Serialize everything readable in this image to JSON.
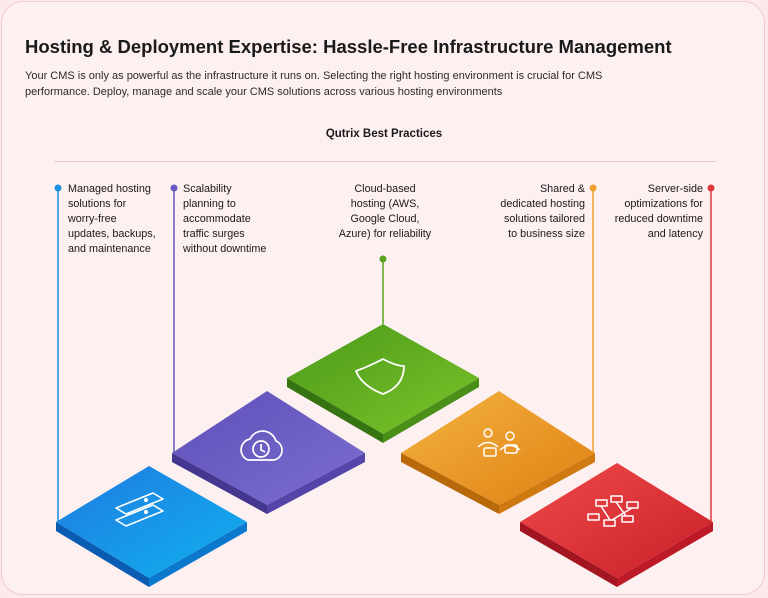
{
  "header": {
    "title": "Hosting & Deployment Expertise: Hassle-Free Infrastructure Management",
    "description": "Your CMS is only as powerful as the infrastructure it runs on. Selecting the right hosting environment is crucial for CMS performance. Deploy, manage and scale your CMS solutions across various hosting environments"
  },
  "section": {
    "title": "Qutrix Best Practices"
  },
  "practices": [
    {
      "lines": [
        "Managed hosting",
        "solutions for",
        "worry-free",
        "updates, backups,",
        "and maintenance"
      ],
      "color": "#1e90e0",
      "icon": "server-icon"
    },
    {
      "lines": [
        "Scalability",
        "planning to",
        "accommodate",
        "traffic surges",
        "without downtime"
      ],
      "color": "#6a5bc4",
      "icon": "cloud-clock-icon"
    },
    {
      "lines": [
        "Cloud-based",
        "hosting (AWS,",
        "Google Cloud,",
        "Azure) for reliability"
      ],
      "color": "#5aa31d",
      "icon": "shield-icon"
    },
    {
      "lines": [
        "Shared &",
        "dedicated hosting",
        "solutions tailored",
        "to business size"
      ],
      "color": "#f0a030",
      "icon": "users-icon"
    },
    {
      "lines": [
        "Server-side",
        "optimizations for",
        "reduced downtime",
        "and latency"
      ],
      "color": "#e03a3a",
      "icon": "network-icon"
    }
  ]
}
